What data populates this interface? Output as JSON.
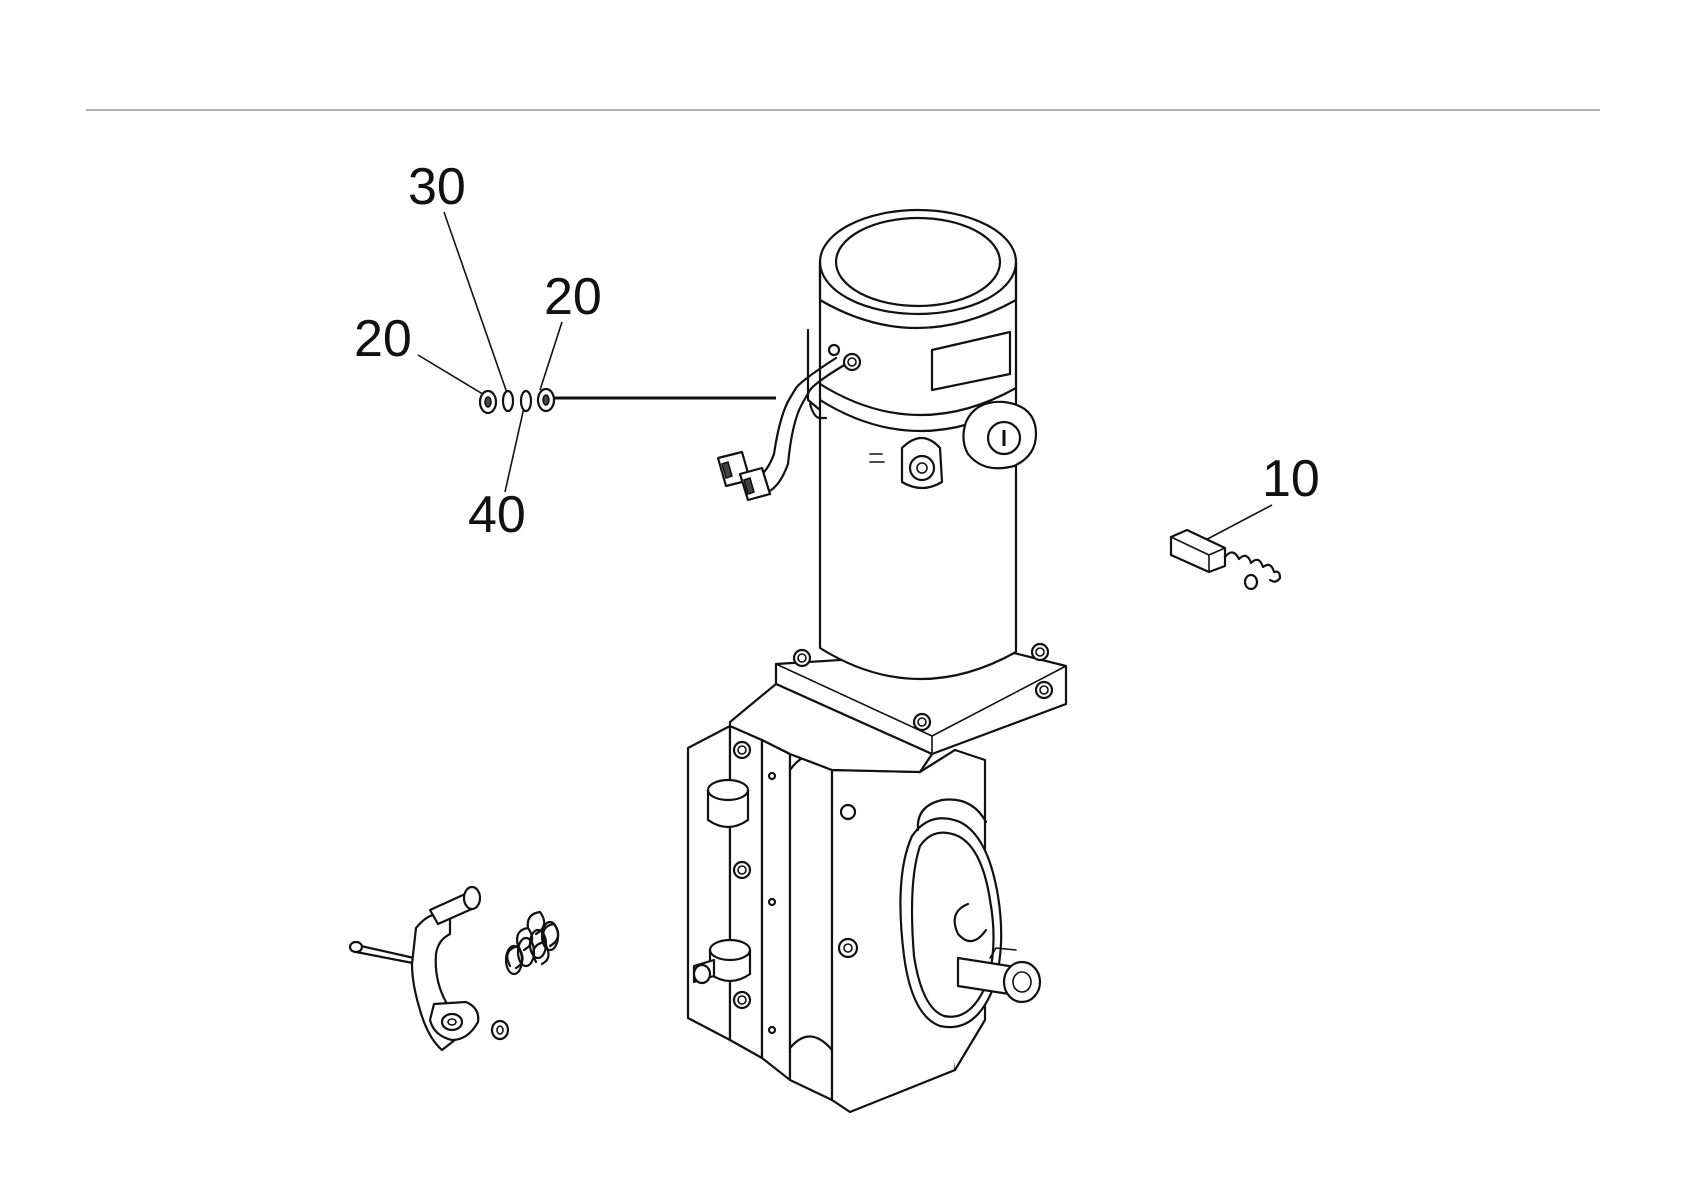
{
  "diagram": {
    "callouts": [
      {
        "id": "callout-30",
        "label": "30"
      },
      {
        "id": "callout-20-left",
        "label": "20"
      },
      {
        "id": "callout-20-right",
        "label": "20"
      },
      {
        "id": "callout-40",
        "label": "40"
      },
      {
        "id": "callout-10",
        "label": "10"
      }
    ],
    "colors": {
      "ink": "#111111",
      "background": "#ffffff",
      "rule": "#999999"
    }
  }
}
